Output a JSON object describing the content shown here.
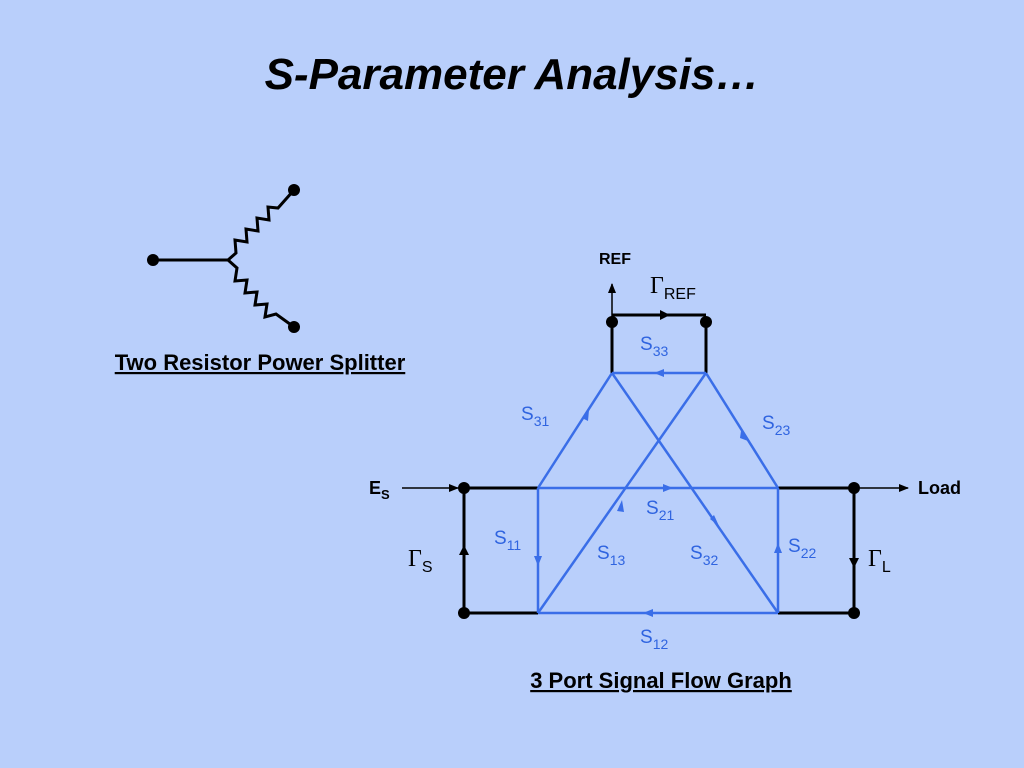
{
  "title": "S-Parameter Analysis…",
  "splitter_caption": "Two Resistor Power Splitter",
  "graph_caption": "3 Port Signal Flow Graph",
  "ports": {
    "ref_label": "REF",
    "load_label": "Load",
    "source_label_main": "E",
    "source_label_sub": "S"
  },
  "reflections": {
    "gamma_symbol": "Γ",
    "gamma_ref_sub": "REF",
    "gamma_s_sub": "S",
    "gamma_l_sub": "L"
  },
  "s_params": {
    "s_letter": "S",
    "s11": "11",
    "s12": "12",
    "s13": "13",
    "s21": "21",
    "s22": "22",
    "s23": "23",
    "s31": "31",
    "s32": "32",
    "s33": "33"
  },
  "colors": {
    "background": "#b9cffb",
    "flow_lines": "#3a6ee8",
    "black_lines": "#000000"
  }
}
